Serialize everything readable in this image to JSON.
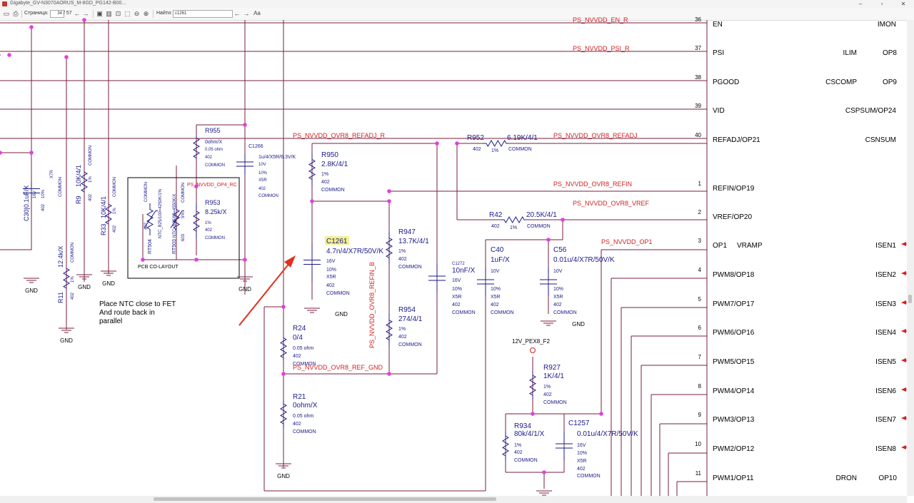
{
  "window": {
    "title": "Gigabyte_GV-N3070AORUS_M-8GD_PG142-B00...",
    "min": "–",
    "max": "▫",
    "close": "✕"
  },
  "toolbar": {
    "page_label": "Страница:",
    "page_current": "34",
    "page_total": "/ 57",
    "find_label": "Найти:",
    "find_value": "c1261"
  },
  "schematic": {
    "net_labels": [
      "PS_NVVDD_EN_R",
      "PS_NVVDD_PSI_R",
      "PS_NVVDD_OVR8_REFADJ_R",
      "PS_NVVDD_OVR8_REFADJ",
      "PS_NVVDD_OVR8_REFIN",
      "PS_NVVDD_OVR8_VREF",
      "PS_NVVDD_OP1",
      "PS_NVVDD_OP4_RC",
      "PS_NVVDD_OVR8_REFIN_B",
      "PS_NVVDD_OVR8_REF_GND",
      "12V_PEX8_F2"
    ],
    "ic_pins": [
      {
        "num": "36",
        "left": "EN",
        "right": "IMON"
      },
      {
        "num": "37",
        "left": "PSI",
        "right": "ILIM",
        "right2": "OP8"
      },
      {
        "num": "38",
        "left": "PGOOD",
        "right": "CSCOMP",
        "right2": "OP9"
      },
      {
        "num": "39",
        "left": "VID",
        "right": "CSPSUM/OP24"
      },
      {
        "num": "40",
        "left": "REFADJ/OP21",
        "right": "CSNSUM"
      },
      {
        "num": "1",
        "left": "REFIN/OP19"
      },
      {
        "num": "2",
        "left": "VREF/OP20"
      },
      {
        "num": "3",
        "left": "OP1",
        "mid": "VRAMP",
        "right": "ISEN1"
      },
      {
        "num": "4",
        "left": "PWM8/OP18",
        "right": "ISEN2"
      },
      {
        "num": "5",
        "left": "PWM7/OP17",
        "right": "ISEN3"
      },
      {
        "num": "6",
        "left": "PWM6/OP16",
        "right": "ISEN4"
      },
      {
        "num": "7",
        "left": "PWM5/OP15",
        "right": "ISEN5"
      },
      {
        "num": "8",
        "left": "PWM4/OP14",
        "right": "ISEN6"
      },
      {
        "num": "9",
        "left": "PWM3/OP13",
        "right": "ISEN7"
      },
      {
        "num": "10",
        "left": "PWM2/OP12",
        "right": "ISEN8"
      },
      {
        "num": "11",
        "left": "PWM1/OP11",
        "right": "DRON",
        "right2": "OP10"
      }
    ],
    "parts": {
      "c30": {
        "ref": "C30",
        "val": "0.1uF/X",
        "v": "16V",
        "tol": "10%",
        "die": "X7R",
        "pkg": "402",
        "tag": "COMMON"
      },
      "r9": {
        "ref": "R9",
        "val": "10K/4/1",
        "tol": "1%",
        "pkg": "402",
        "tag": "COMMON"
      },
      "r33": {
        "ref": "R33",
        "val": "10K/4/1",
        "tol": "1%",
        "pkg": "402",
        "tag": "COMMON"
      },
      "r11": {
        "ref": "R11",
        "val": "12.4k/X",
        "tol": "1%",
        "pkg": "402",
        "tag": "COMMON"
      },
      "r955": {
        "ref": "R955",
        "val": "0ohm/X",
        "ohm": "0.05 ohm",
        "pkg": "402",
        "tag": "COMMON"
      },
      "c1266": {
        "ref": "C1266",
        "val": "1u/4/X5R/6.3V/K",
        "v": "10V",
        "tol": "10%",
        "die": "X5R",
        "pkg": "402",
        "tag": "COMMON"
      },
      "r953": {
        "ref": "R953",
        "val": "8.25k/X",
        "tol": "1%",
        "pkg": "402",
        "tag": "COMMON"
      },
      "rt504": {
        "ref": "RT504",
        "val": "NTC_B25/100=4250K/1%",
        "pkg": "402",
        "tol": "5%",
        "tag": "COMMON"
      },
      "rt503": {
        "ref": "RT503",
        "val": "NTC_B25/85=4550K/X",
        "pkg": "603",
        "tol": "5%",
        "tag": "COMMON"
      },
      "r950": {
        "ref": "R950",
        "val": "2.8K/4/1",
        "tol": "1%",
        "pkg": "402",
        "tag": "COMMON"
      },
      "c1261": {
        "ref": "C1261",
        "val": "4.7n/4/X7R/50V/K",
        "v": "16V",
        "tol": "10%",
        "die": "X5R",
        "pkg": "402",
        "tag": "COMMON"
      },
      "r947": {
        "ref": "R947",
        "val": "13.7K/4/1",
        "tol": "1%",
        "pkg": "402",
        "tag": "COMMON"
      },
      "r954": {
        "ref": "R954",
        "val": "274/4/1",
        "tol": "1%",
        "pkg": "402",
        "tag": "COMMON"
      },
      "c1272": {
        "ref": "C1272",
        "val": "10nF/X",
        "v": "16V",
        "tol": "10%",
        "die": "X5R",
        "pkg": "402",
        "tag": "COMMON"
      },
      "c40": {
        "ref": "C40",
        "val": "1uF/X",
        "v": "10V",
        "tol": "10%",
        "die": "X5R",
        "pkg": "402",
        "tag": "COMMON"
      },
      "c56": {
        "ref": "C56",
        "val": "0.01u/4/X7R/50V/K",
        "v": "10V",
        "tol": "10%",
        "die": "X5R",
        "pkg": "402",
        "tag": "COMMON"
      },
      "r952": {
        "ref": "R952",
        "val": "6.19K/4/1",
        "tol": "1%",
        "pkg": "402",
        "tag": "COMMON"
      },
      "r42": {
        "ref": "R42",
        "val": "20.5K/4/1",
        "tol": "1%",
        "pkg": "402",
        "tag": "COMMON"
      },
      "r24": {
        "ref": "R24",
        "val": "0/4",
        "ohm": "0.05 ohm",
        "pkg": "402",
        "tag": "COMMON"
      },
      "r21": {
        "ref": "R21",
        "val": "0ohm/X",
        "ohm": "0.05 ohm",
        "pkg": "402",
        "tag": "COMMON"
      },
      "r927": {
        "ref": "R927",
        "val": "1K/4/1",
        "tol": "1%",
        "pkg": "402",
        "tag": "COMMON"
      },
      "r934": {
        "ref": "R934",
        "val": "80k/4/1/X",
        "tol": "1%",
        "pkg": "402",
        "tag": "COMMON"
      },
      "c1257": {
        "ref": "C1257",
        "val": "0.01u/4/X7R/50V/K",
        "v": "16V",
        "tol": "10%",
        "die": "X5R",
        "pkg": "402",
        "tag": "COMMON"
      }
    },
    "gnd": "GND",
    "pcb_colayout": "PCB CO-LAYOUT",
    "note_lines": [
      "Place NTC close to FET",
      "And route back in",
      "parallel"
    ]
  },
  "colors": {
    "wire": "#7a1f3d",
    "part": "#1a1a8c",
    "net": "#d42020",
    "junction": "#e040e0",
    "arrow": "#e0301e",
    "highlight": "#f2f08c"
  }
}
